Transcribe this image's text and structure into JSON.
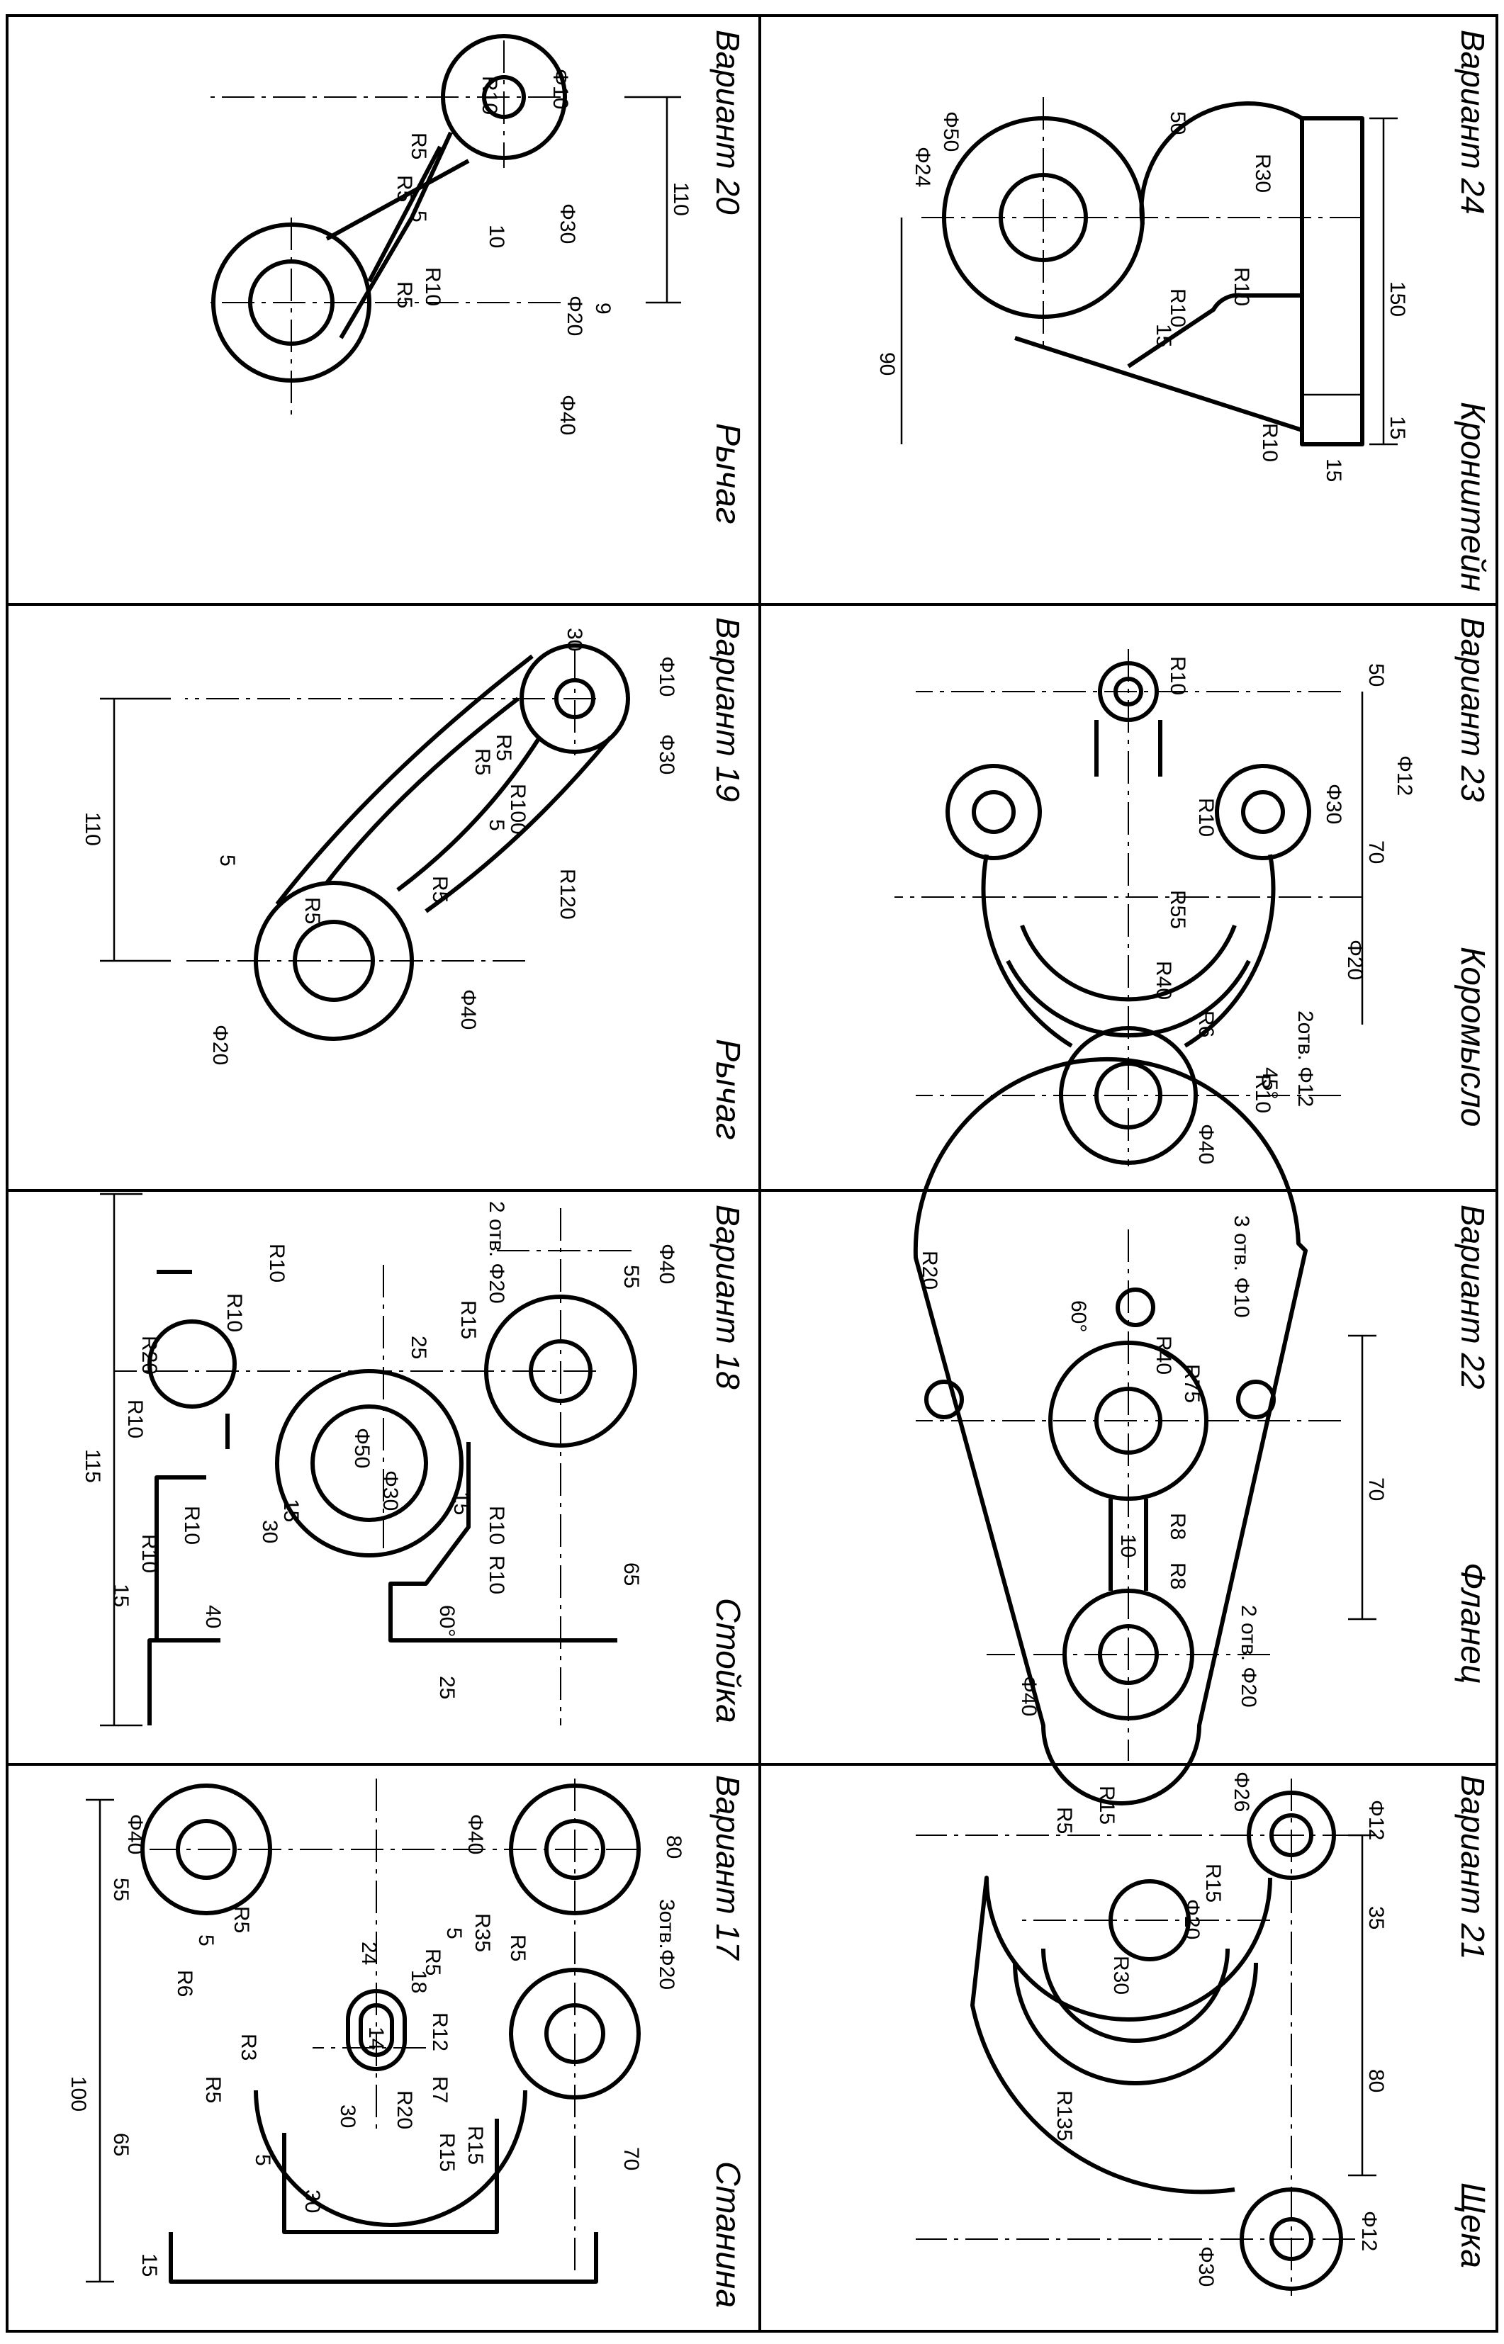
{
  "variant_word": "Вариант",
  "panels": [
    {
      "id": "17",
      "name": "Станина",
      "labels": [
        "80",
        "3отв.Φ20",
        "Φ40",
        "R35",
        "R5",
        "5",
        "R5",
        "18",
        "R12",
        "24",
        "14",
        "R7",
        "R15",
        "R15",
        "R20",
        "30",
        "Φ40",
        "R5",
        "5",
        "R6",
        "R3",
        "R5",
        "5",
        "30",
        "70",
        "100",
        "55",
        "65",
        "15"
      ]
    },
    {
      "id": "18",
      "name": "Стойка",
      "labels": [
        "Φ40",
        "2 отв. Φ20",
        "R15",
        "25",
        "Φ50",
        "Φ30",
        "R10",
        "R10",
        "R20",
        "R10",
        "R10",
        "R10",
        "15",
        "30",
        "40",
        "15",
        "R10",
        "R10",
        "60°",
        "15",
        "25",
        "115",
        "55",
        "65"
      ]
    },
    {
      "id": "19",
      "name": "Рычаг",
      "labels": [
        "Φ10",
        "Φ30",
        "30",
        "R5",
        "R5",
        "R100",
        "5",
        "R120",
        "R5",
        "Φ40",
        "R5",
        "5",
        "Φ20",
        "110"
      ]
    },
    {
      "id": "20",
      "name": "Рычаг",
      "labels": [
        "Φ10",
        "R10",
        "Φ30",
        "R5",
        "R5",
        "10",
        "R10",
        "R5",
        "5",
        "Φ20",
        "9",
        "Φ40",
        "110"
      ]
    },
    {
      "id": "21",
      "name": "Щека",
      "labels": [
        "Φ12",
        "Φ26",
        "R15",
        "R15",
        "R5",
        "Φ20",
        "R30",
        "R135",
        "Φ12",
        "Φ30",
        "35",
        "80"
      ]
    },
    {
      "id": "22",
      "name": "Фланец",
      "labels": [
        "3 отв. Φ10",
        "R75",
        "R40",
        "60°",
        "R20",
        "R8",
        "R8",
        "10",
        "2 отв. Φ20",
        "Φ40",
        "70"
      ]
    },
    {
      "id": "23",
      "name": "Коромысло",
      "labels": [
        "R10",
        "Φ12",
        "Φ30",
        "R10",
        "R55",
        "R40",
        "2отв. Φ12",
        "R6",
        "45°",
        "Φ20",
        "R10",
        "Φ40",
        "50",
        "70"
      ]
    },
    {
      "id": "24",
      "name": "Кронштейн",
      "labels": [
        "150",
        "15",
        "15",
        "R30",
        "50",
        "R10",
        "R10",
        "R10",
        "15",
        "Φ50",
        "Φ24",
        "90"
      ]
    }
  ]
}
